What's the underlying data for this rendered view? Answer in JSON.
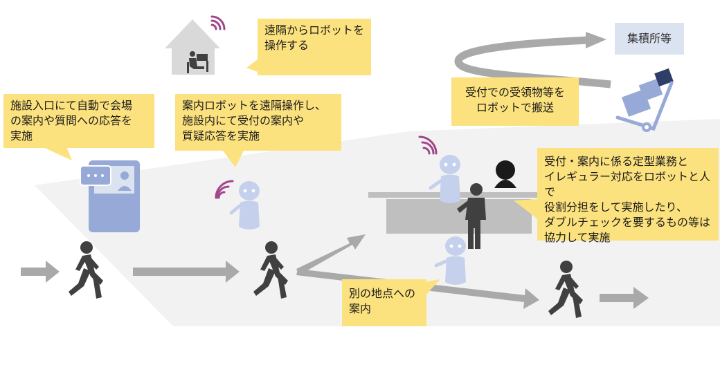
{
  "callouts": {
    "remote_operation": "遠隔からロボットを\n操作する",
    "entrance_auto": "施設入口にて自動で会場\nの案内や質問への応答を\n実施",
    "guide_robot_remote": "案内ロボットを遠隔操作し、\n施設内にて受付の案内や\n質疑応答を実施",
    "transport": "受付での受領物等を\nロボットで搬送",
    "division_of_labor": "受付・案内に係る定型業務と\nイレギュラー対応をロボットと人で\n役割分担をして実施したり、\nダブルチェックを要するもの等は\n協力して実施",
    "other_location": "別の地点への\n案内"
  },
  "destination_label": "集積所等",
  "icons": [
    "house-icon",
    "remote-operator-icon",
    "wifi-icon",
    "kiosk-screen-icon",
    "chat-bubble-icon",
    "robot-icon",
    "walking-person-icon",
    "standing-staff-icon",
    "hand-truck-icon",
    "arrow-icon"
  ],
  "colors": {
    "callout": "#fce27e",
    "arrow": "#a9a9a9",
    "figure": "#404040",
    "robot": "#c5d0ec",
    "kiosk": "#97a9d6",
    "wifi": "#a0468a",
    "floor": "#f2f2f2",
    "destination_box": "#dbe2f0"
  }
}
